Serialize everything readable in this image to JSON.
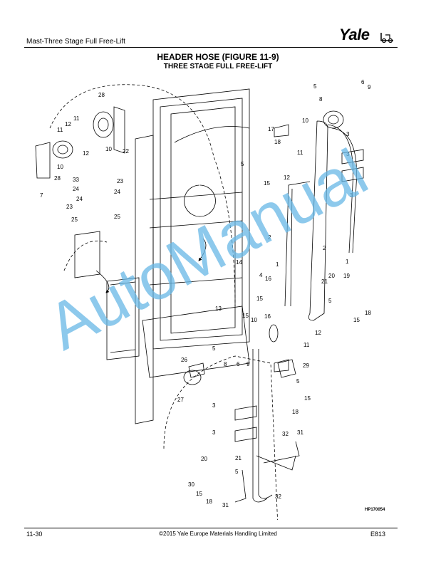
{
  "header": {
    "section_title": "Mast-Three Stage Full Free-Lift",
    "logo_text": "Yale"
  },
  "figure": {
    "title": "HEADER HOSE (FIGURE 11-9)",
    "subtitle": "THREE STAGE FULL FREE-LIFT",
    "code": "HP170054"
  },
  "callouts": [
    "28",
    "11",
    "12",
    "10",
    "22",
    "11",
    "12",
    "10",
    "28",
    "7",
    "33",
    "24",
    "23",
    "24",
    "23",
    "24",
    "25",
    "25",
    "5",
    "6",
    "9",
    "8",
    "10",
    "17",
    "18",
    "5",
    "11",
    "12",
    "15",
    "3",
    "3",
    "3",
    "2",
    "1",
    "2",
    "1",
    "14",
    "4",
    "16",
    "15",
    "13",
    "16",
    "15",
    "20",
    "21",
    "19",
    "18",
    "15",
    "5",
    "10",
    "12",
    "11",
    "5",
    "8",
    "6",
    "9",
    "26",
    "27",
    "29",
    "5",
    "15",
    "18",
    "3",
    "3",
    "32",
    "31",
    "20",
    "21",
    "5",
    "30",
    "15",
    "18",
    "31",
    "32"
  ],
  "watermark": "AutoManual",
  "footer": {
    "page_number": "11-30",
    "copyright": "©2015 Yale Europe Materials Handling Limited",
    "doc_code": "E813"
  },
  "colors": {
    "watermark": "#67b8e6",
    "line": "#000000"
  }
}
